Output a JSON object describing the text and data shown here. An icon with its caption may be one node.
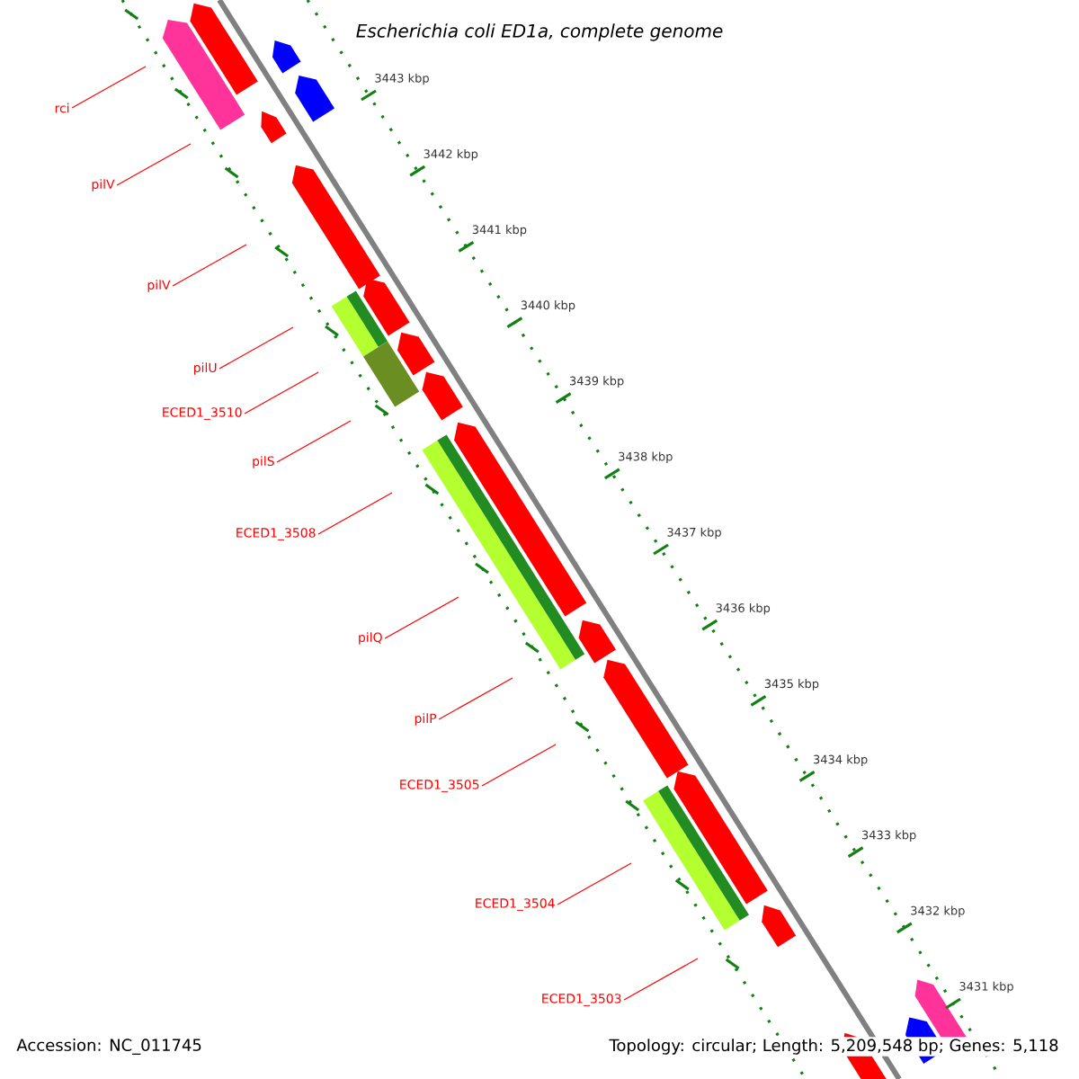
{
  "diagram": {
    "title": "Escherichia coli ED1a, complete genome",
    "nodes": [
      {
        "text": [
          "rci"
        ]
      },
      {
        "text": [
          "pilV"
        ]
      },
      {
        "text": [
          "pilV"
        ]
      },
      {
        "text": [
          "pilU"
        ]
      },
      {
        "text": [
          "ECED1_3510"
        ]
      },
      {
        "text": [
          "pilS"
        ]
      },
      {
        "text": [
          "ECED1_3508"
        ]
      },
      {
        "text": [
          "pilQ"
        ]
      },
      {
        "text": [
          "pilP"
        ]
      },
      {
        "text": [
          "ECED1_3505"
        ]
      },
      {
        "text": [
          "ECED1_3504"
        ]
      },
      {
        "text": [
          "ECED1_3503"
        ]
      }
    ],
    "edges": [
      {
        "from": 0,
        "to": null,
        "arrow": "none"
      },
      {
        "from": 1,
        "to": null,
        "arrow": "none"
      },
      {
        "from": 2,
        "to": null,
        "arrow": "none"
      },
      {
        "from": 3,
        "to": null,
        "arrow": "none"
      },
      {
        "from": 4,
        "to": null,
        "arrow": "none"
      },
      {
        "from": 5,
        "to": null,
        "arrow": "none"
      },
      {
        "from": 6,
        "to": null,
        "arrow": "none"
      },
      {
        "from": 7,
        "to": null,
        "arrow": "none"
      },
      {
        "from": 8,
        "to": null,
        "arrow": "none"
      },
      {
        "from": 9,
        "to": null,
        "arrow": "none"
      },
      {
        "from": 10,
        "to": null,
        "arrow": "none"
      },
      {
        "from": 11,
        "to": null,
        "arrow": "none"
      }
    ],
    "labels": [
      "3443 kbp",
      "3442 kbp",
      "3441 kbp",
      "3440 kbp",
      "3439 kbp",
      "3438 kbp",
      "3437 kbp",
      "3436 kbp",
      "3435 kbp",
      "3434 kbp",
      "3433 kbp",
      "3432 kbp",
      "3431 kbp",
      "Accession: NC_011745",
      "Topology: circular; Length: 5,209,548 bp; Genes: 5,118"
    ]
  }
}
